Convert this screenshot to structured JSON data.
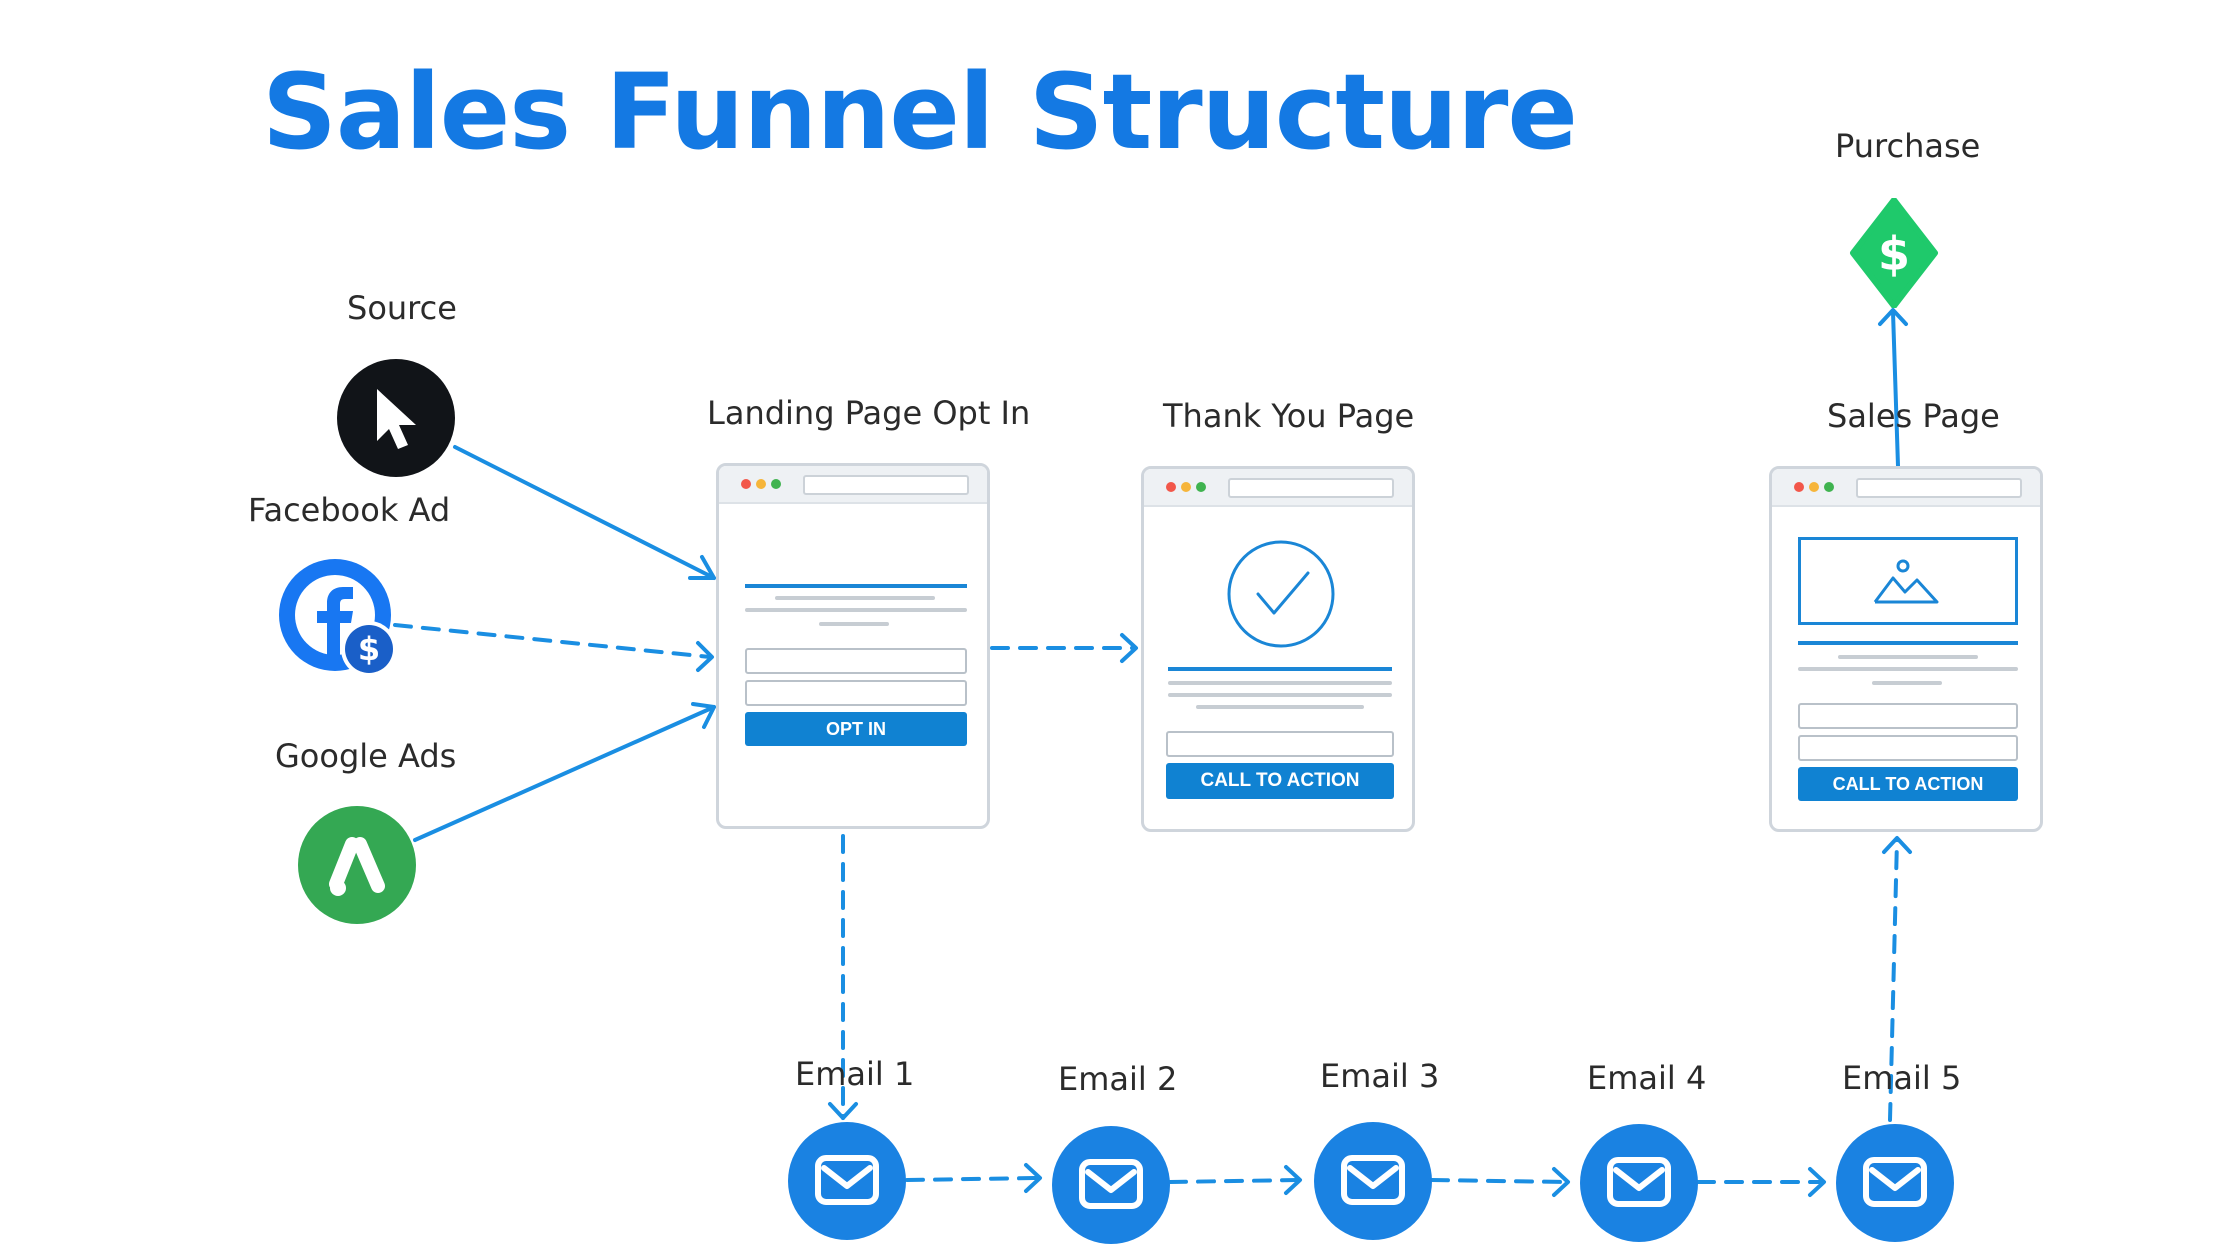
{
  "title": "Sales Funnel Structure",
  "colors": {
    "title": "#1479e3",
    "primary_blue": "#1a82e2",
    "arrow": "#1a8ee2",
    "cta": "#1082d2",
    "google_green": "#34a853",
    "purchase_green": "#1fc96b",
    "source_black": "#111418"
  },
  "sources": {
    "header": "Source",
    "items": [
      {
        "label": "Facebook Ad",
        "icon": "cursor-icon"
      },
      {
        "label": "Google Ads",
        "icon": "facebook-dollar-icon"
      },
      {
        "icon": "google-ads-icon"
      }
    ]
  },
  "pages": {
    "landing": {
      "label": "Landing Page Opt In",
      "button": "OPT IN"
    },
    "thank_you": {
      "label": "Thank You Page",
      "button": "CALL TO ACTION"
    },
    "sales": {
      "label": "Sales Page",
      "button": "CALL TO ACTION"
    }
  },
  "purchase": {
    "label": "Purchase",
    "icon": "dollar-diamond-icon"
  },
  "emails": [
    "Email 1",
    "Email 2",
    "Email 3",
    "Email 4",
    "Email 5"
  ]
}
